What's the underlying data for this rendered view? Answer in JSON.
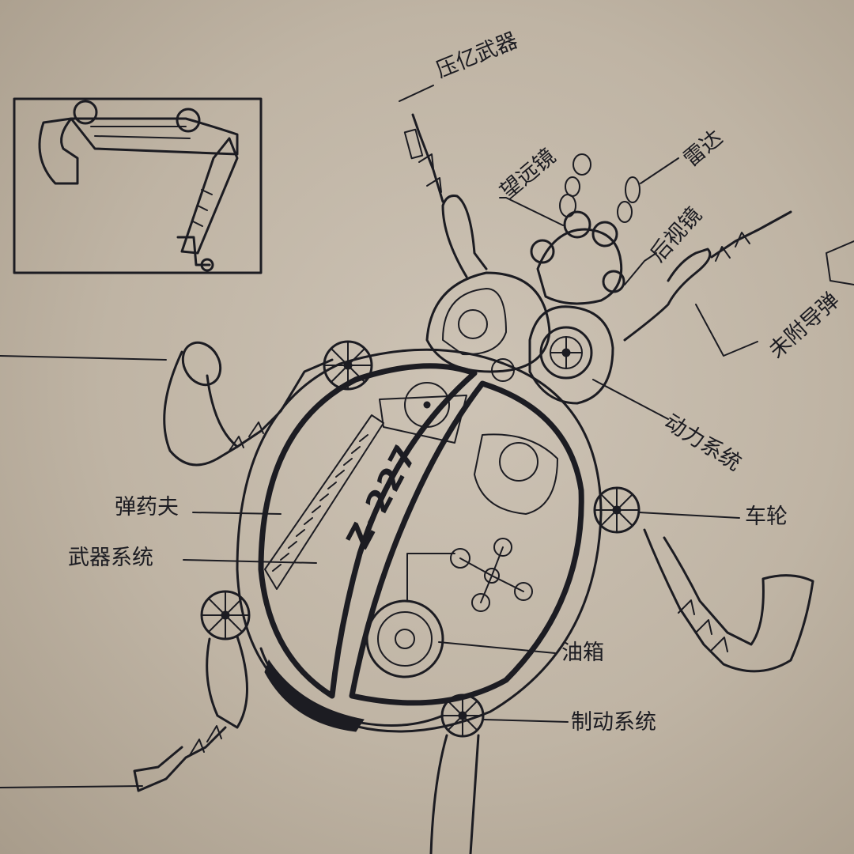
{
  "robot": {
    "code": "Z-227"
  },
  "labels": {
    "pressure_weapon": "压亿武器",
    "telescope": "望远镜",
    "radar": "雷达",
    "periscope": "后视镜",
    "guided_missile": "未附导弹",
    "power_system": "动力系统",
    "wheel": "车轮",
    "magazine": "弹药夫",
    "weapon_system": "武器系统",
    "fuel_tank": "油箱",
    "brake_system": "制动系统"
  },
  "colors": {
    "paper": "#c8bdae",
    "ink": "#1c1c22"
  }
}
